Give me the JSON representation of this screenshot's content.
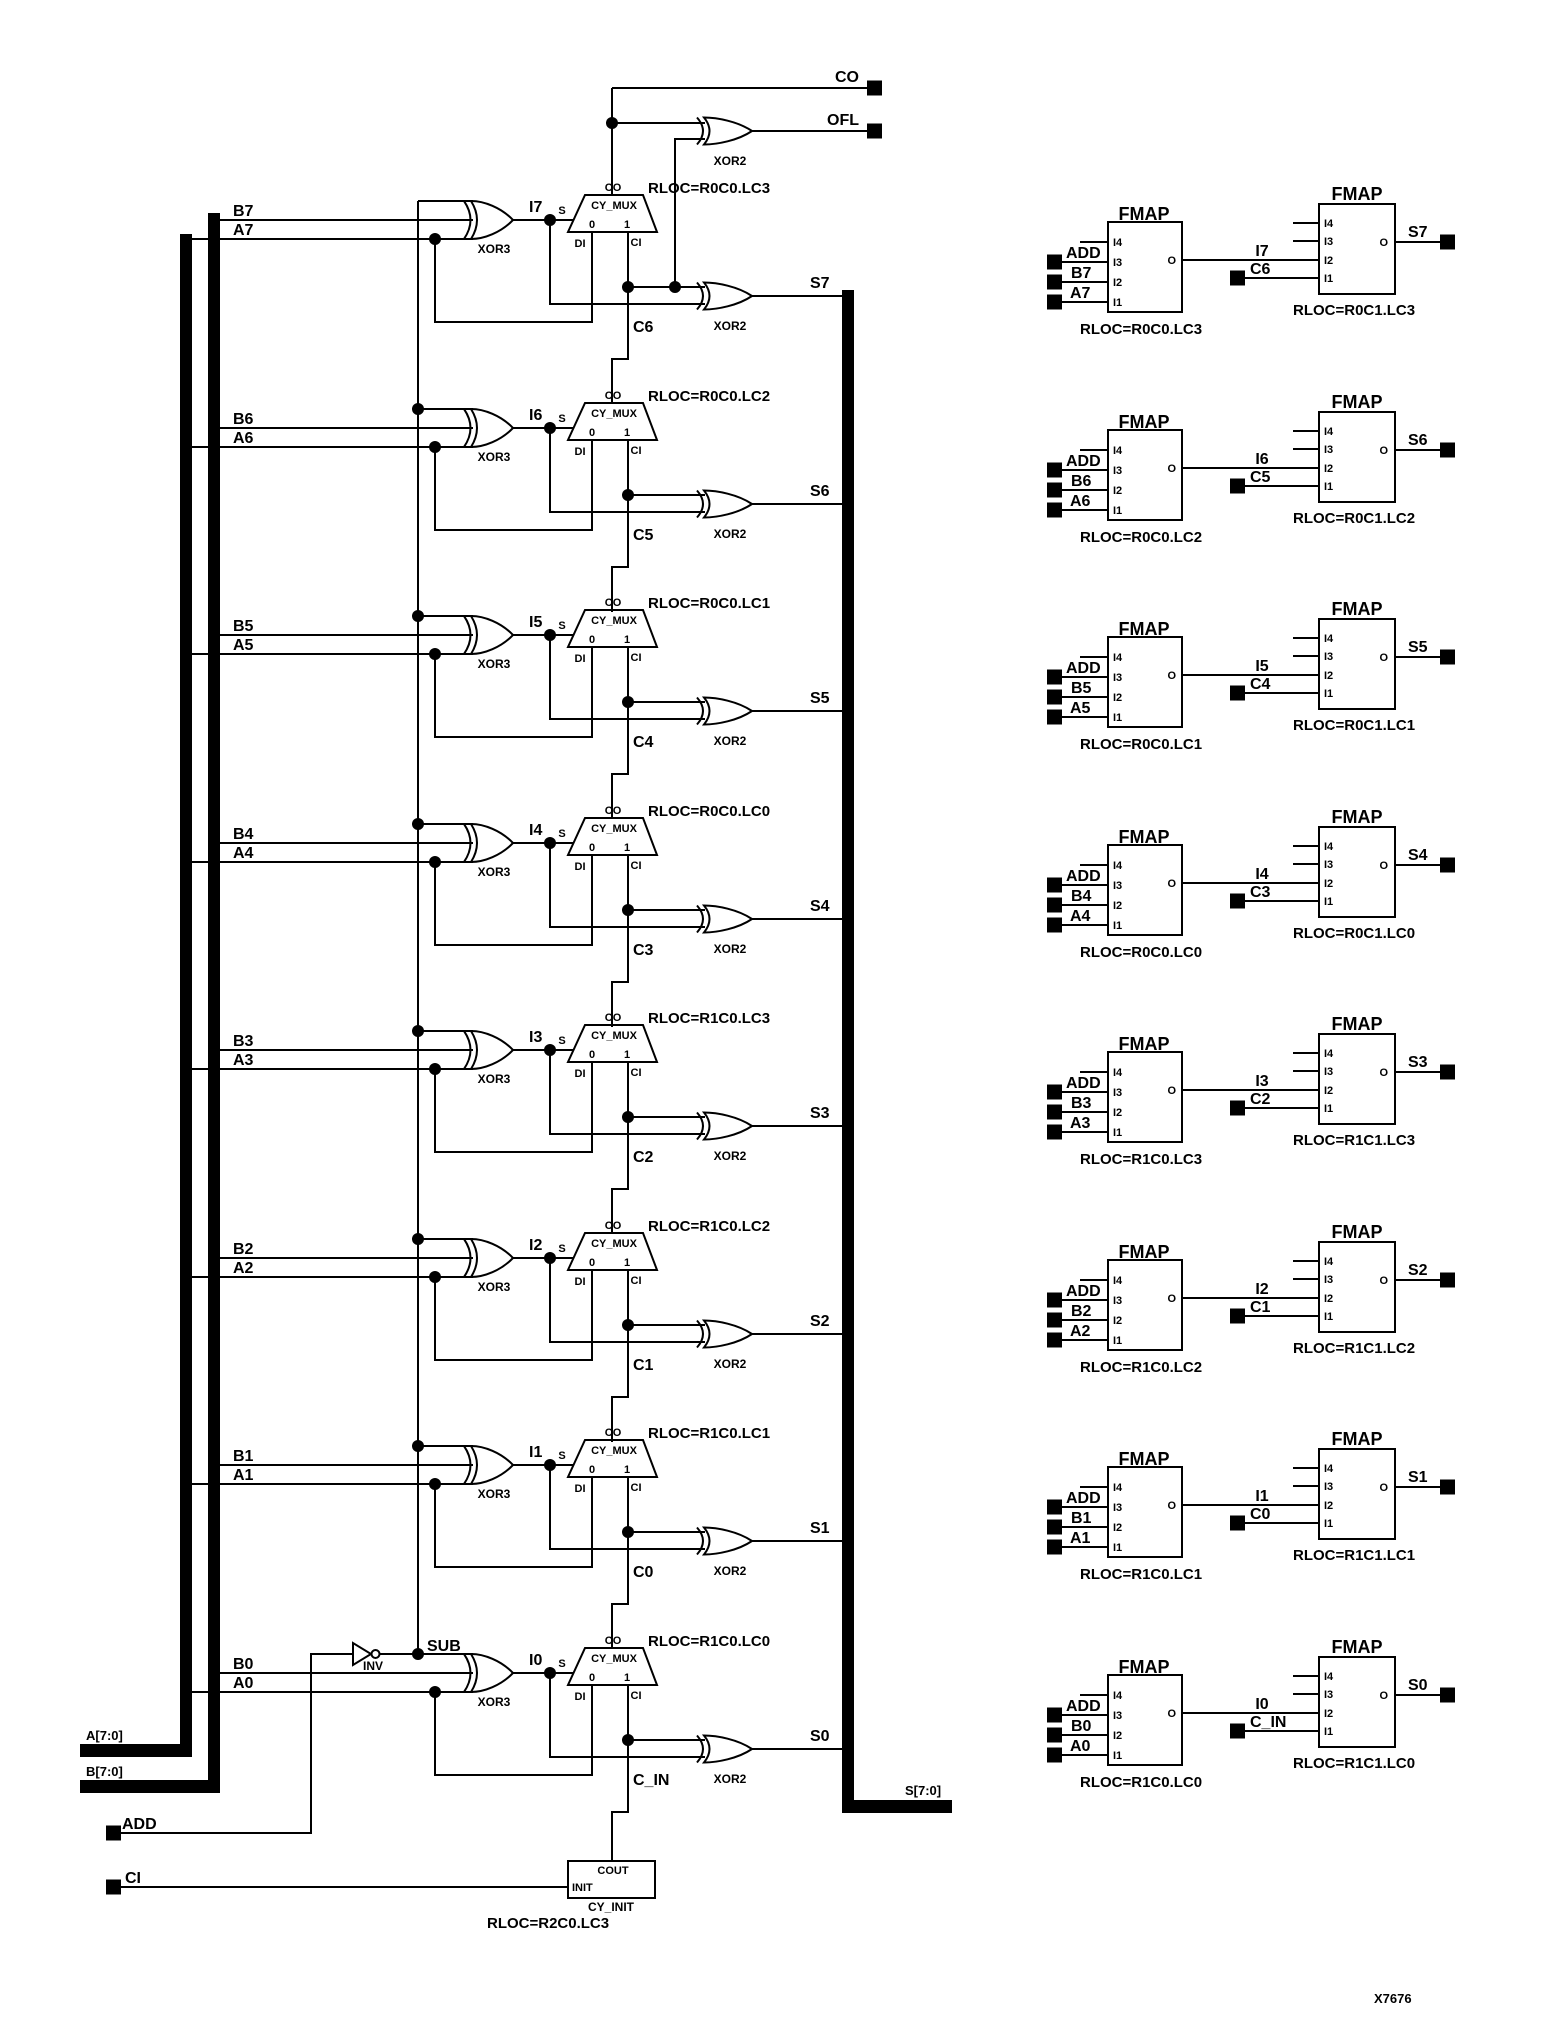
{
  "figure": {
    "part_number": "X7676"
  },
  "colors": {
    "ink": "#000000",
    "background": "#ffffff"
  },
  "buses": {
    "a": "A[7:0]",
    "b": "B[7:0]",
    "s": "S[7:0]"
  },
  "top_outputs": {
    "co": "CO",
    "ofl": "OFL"
  },
  "gates": {
    "xor3": "XOR3",
    "xor2": "XOR2",
    "inv": "INV"
  },
  "cy_mux": {
    "label": "CY_MUX",
    "co": "CO",
    "s": "S",
    "zero": "0",
    "one": "1",
    "di": "DI",
    "ci": "CI"
  },
  "fmap": {
    "label": "FMAP",
    "i4": "I4",
    "i3": "I3",
    "i2": "I2",
    "i1": "I1",
    "o": "O"
  },
  "bottom_inputs": {
    "add": "ADD",
    "ci": "CI",
    "sub_net": "SUB"
  },
  "cy_init": {
    "label": "CY_INIT",
    "cout": "COUT",
    "init": "INIT",
    "rloc": "RLOC=R2C0.LC3"
  },
  "stages": [
    {
      "bit": 7,
      "b": "B7",
      "a": "A7",
      "i": "I7",
      "s": "S7",
      "carry": "C6",
      "rloc": "RLOC=R0C0.LC3",
      "sub_dot": false
    },
    {
      "bit": 6,
      "b": "B6",
      "a": "A6",
      "i": "I6",
      "s": "S6",
      "carry": "C5",
      "rloc": "RLOC=R0C0.LC2",
      "sub_dot": true
    },
    {
      "bit": 5,
      "b": "B5",
      "a": "A5",
      "i": "I5",
      "s": "S5",
      "carry": "C4",
      "rloc": "RLOC=R0C0.LC1",
      "sub_dot": true
    },
    {
      "bit": 4,
      "b": "B4",
      "a": "A4",
      "i": "I4",
      "s": "S4",
      "carry": "C3",
      "rloc": "RLOC=R0C0.LC0",
      "sub_dot": true
    },
    {
      "bit": 3,
      "b": "B3",
      "a": "A3",
      "i": "I3",
      "s": "S3",
      "carry": "C2",
      "rloc": "RLOC=R1C0.LC3",
      "sub_dot": true
    },
    {
      "bit": 2,
      "b": "B2",
      "a": "A2",
      "i": "I2",
      "s": "S2",
      "carry": "C1",
      "rloc": "RLOC=R1C0.LC2",
      "sub_dot": true
    },
    {
      "bit": 1,
      "b": "B1",
      "a": "A1",
      "i": "I1",
      "s": "S1",
      "carry": "C0",
      "rloc": "RLOC=R1C0.LC1",
      "sub_dot": true
    },
    {
      "bit": 0,
      "b": "B0",
      "a": "A0",
      "i": "I0",
      "s": "S0",
      "carry": "C_IN",
      "rloc": "RLOC=R1C0.LC0",
      "sub_dot": true
    }
  ],
  "fmap_rows": [
    {
      "bit": 7,
      "add": "ADD",
      "b": "B7",
      "a": "A7",
      "i": "I7",
      "carry": "C6",
      "s": "S7",
      "rloc_left": "RLOC=R0C0.LC3",
      "rloc_right": "RLOC=R0C1.LC3"
    },
    {
      "bit": 6,
      "add": "ADD",
      "b": "B6",
      "a": "A6",
      "i": "I6",
      "carry": "C5",
      "s": "S6",
      "rloc_left": "RLOC=R0C0.LC2",
      "rloc_right": "RLOC=R0C1.LC2"
    },
    {
      "bit": 5,
      "add": "ADD",
      "b": "B5",
      "a": "A5",
      "i": "I5",
      "carry": "C4",
      "s": "S5",
      "rloc_left": "RLOC=R0C0.LC1",
      "rloc_right": "RLOC=R0C1.LC1"
    },
    {
      "bit": 4,
      "add": "ADD",
      "b": "B4",
      "a": "A4",
      "i": "I4",
      "carry": "C3",
      "s": "S4",
      "rloc_left": "RLOC=R0C0.LC0",
      "rloc_right": "RLOC=R0C1.LC0"
    },
    {
      "bit": 3,
      "add": "ADD",
      "b": "B3",
      "a": "A3",
      "i": "I3",
      "carry": "C2",
      "s": "S3",
      "rloc_left": "RLOC=R1C0.LC3",
      "rloc_right": "RLOC=R1C1.LC3"
    },
    {
      "bit": 2,
      "add": "ADD",
      "b": "B2",
      "a": "A2",
      "i": "I2",
      "carry": "C1",
      "s": "S2",
      "rloc_left": "RLOC=R1C0.LC2",
      "rloc_right": "RLOC=R1C1.LC2"
    },
    {
      "bit": 1,
      "add": "ADD",
      "b": "B1",
      "a": "A1",
      "i": "I1",
      "carry": "C0",
      "s": "S1",
      "rloc_left": "RLOC=R1C0.LC1",
      "rloc_right": "RLOC=R1C1.LC1"
    },
    {
      "bit": 0,
      "add": "ADD",
      "b": "B0",
      "a": "A0",
      "i": "I0",
      "carry": "C_IN",
      "s": "S0",
      "rloc_left": "RLOC=R1C0.LC0",
      "rloc_right": "RLOC=R1C1.LC0"
    }
  ]
}
